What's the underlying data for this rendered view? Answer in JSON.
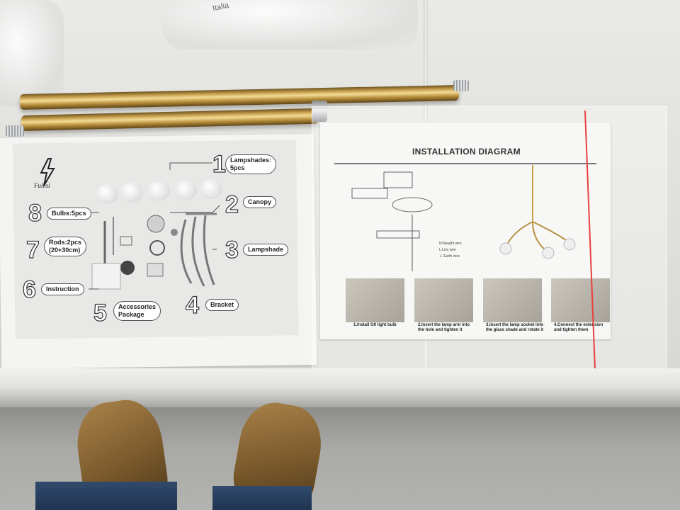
{
  "scene": "photo",
  "packaging_text": "Italia",
  "parts_sheet": {
    "brand": "Fulesi",
    "items": [
      {
        "number": "1",
        "label": "Lampshades:\n5pcs"
      },
      {
        "number": "2",
        "label": "Canopy"
      },
      {
        "number": "3",
        "label": "Lampshade"
      },
      {
        "number": "4",
        "label": "Bracket"
      },
      {
        "number": "5",
        "label": "Accessories\nPackage"
      },
      {
        "number": "6",
        "label": "Instruction"
      },
      {
        "number": "7",
        "label": "Rods:2pcs\n(20+30cm)"
      },
      {
        "number": "8",
        "label": "Bulbs:5pcs"
      }
    ]
  },
  "installation_sheet": {
    "title": "INSTALLATION DIAGRAM",
    "wiring_legend": "N:Naught wire\nL:Live wire\n⏚:Earth wire",
    "steps": [
      {
        "caption": "1.Install G9 light bulb"
      },
      {
        "caption": "2.Insert the lamp arm into\nthe hole and tighten it"
      },
      {
        "caption": "3.Insert the lamp socket into\nthe glass shade and rotate it"
      },
      {
        "caption": "4.Connect the extension\nand tighten them"
      }
    ]
  },
  "colors": {
    "brass": "#c9a250",
    "bag_seal": "#e8413e"
  }
}
